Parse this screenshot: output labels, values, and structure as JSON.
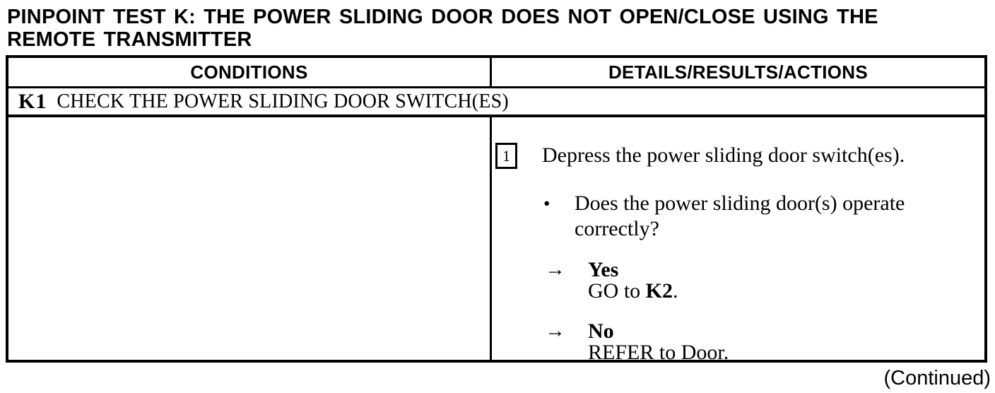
{
  "page": {
    "title_lines": [
      "PINPOINT TEST K: THE POWER SLIDING DOOR DOES NOT OPEN/CLOSE USING THE",
      "REMOTE TRANSMITTER"
    ],
    "continued": "(Continued)"
  },
  "colors": {
    "ink": "#000000",
    "paper": "#ffffff"
  },
  "table": {
    "header": {
      "conditions": "CONDITIONS",
      "details": "DETAILS/RESULTS/ACTIONS"
    },
    "step_row": {
      "id": "K1",
      "title": "CHECK THE POWER SLIDING DOOR SWITCH(ES)"
    },
    "procedure": {
      "step_number": "1",
      "instruction": "Depress the power sliding door switch(es).",
      "bullet_glyph": "•",
      "question": "Does the power sliding door(s) operate correctly?",
      "results": [
        {
          "arrow_glyph": "→",
          "answer": "Yes",
          "action_pre": "GO to ",
          "action_bold": "K2",
          "action_post": "."
        },
        {
          "arrow_glyph": "→",
          "answer": "No",
          "action_pre": "REFER to Door.",
          "action_bold": "",
          "action_post": ""
        }
      ]
    }
  }
}
